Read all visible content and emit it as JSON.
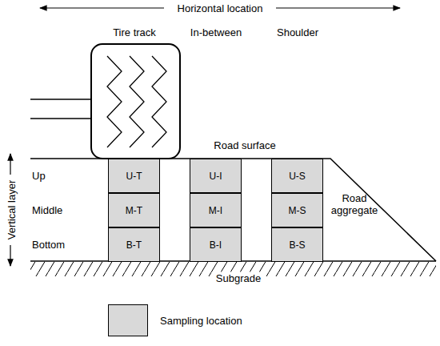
{
  "diagram": {
    "nodes": [
      {
        "text": [
          "U-T"
        ]
      },
      {
        "text": [
          "M-T"
        ]
      },
      {
        "text": [
          "B-T"
        ]
      },
      {
        "text": [
          "U-I"
        ]
      },
      {
        "text": [
          "M-I"
        ]
      },
      {
        "text": [
          "B-I"
        ]
      },
      {
        "text": [
          "U-S"
        ]
      },
      {
        "text": [
          "M-S"
        ]
      },
      {
        "text": [
          "B-S"
        ]
      }
    ],
    "labels": [
      "Horizontal location",
      "Tire track",
      "In-between",
      "Shoulder",
      "Vertical layer",
      "Up",
      "Middle",
      "Bottom",
      "Road surface",
      "Road aggregate",
      "Subgrade"
    ],
    "legend": [
      {
        "text": "Sampling location",
        "color": "#d9d9d9"
      }
    ]
  }
}
